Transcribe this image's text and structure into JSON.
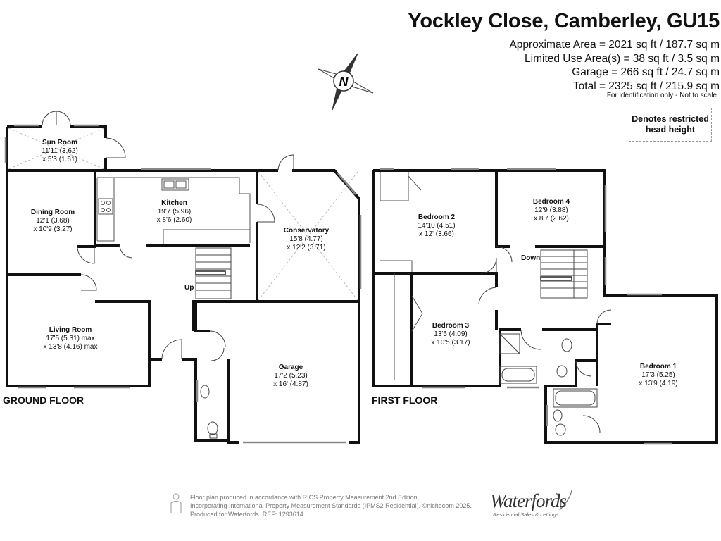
{
  "header": {
    "title": "Yockley Close, Camberley, GU15",
    "areas": [
      "Approximate Area = 2021 sq ft / 187.7 sq m",
      "Limited Use Area(s) = 38 sq ft / 3.5 sq m",
      "Garage = 266 sq ft / 24.7 sq m",
      "Total = 2325 sq ft / 215.9 sq m"
    ],
    "identification": "For identification only - Not to scale",
    "restricted_note_line1": "Denotes restricted",
    "restricted_note_line2": "head height",
    "compass_letter": "N"
  },
  "floors": {
    "ground_label": "GROUND FLOOR",
    "first_label": "FIRST FLOOR"
  },
  "rooms": {
    "sun_room": {
      "name": "Sun Room",
      "dim1": "11'11 (3.62)",
      "dim2": "x 5'3 (1.61)"
    },
    "dining_room": {
      "name": "Dining Room",
      "dim1": "12'1 (3.68)",
      "dim2": "x 10'9 (3.27)"
    },
    "kitchen": {
      "name": "Kitchen",
      "dim1": "19'7 (5.96)",
      "dim2": "x 8'6 (2.60)"
    },
    "conservatory": {
      "name": "Conservatory",
      "dim1": "15'8 (4.77)",
      "dim2": "x 12'2 (3.71)"
    },
    "living_room": {
      "name": "Living Room",
      "dim1": "17'5 (5.31) max",
      "dim2": "x 13'8 (4.16) max"
    },
    "garage": {
      "name": "Garage",
      "dim1": "17'2 (5.23)",
      "dim2": "x 16' (4.87)"
    },
    "bedroom2": {
      "name": "Bedroom 2",
      "dim1": "14'10 (4.51)",
      "dim2": "x 12' (3.66)"
    },
    "bedroom4": {
      "name": "Bedroom 4",
      "dim1": "12'9 (3.88)",
      "dim2": "x 8'7 (2.62)"
    },
    "bedroom3": {
      "name": "Bedroom 3",
      "dim1": "13'5 (4.09)",
      "dim2": "x 10'5 (3.17)"
    },
    "bedroom1": {
      "name": "Bedroom 1",
      "dim1": "17'3 (5.25)",
      "dim2": "x 13'9 (4.19)"
    }
  },
  "stairs": {
    "up": "Up",
    "down": "Down"
  },
  "footer": {
    "line1": "Floor plan produced in accordance with RICS Property Measurement 2nd Edition,",
    "line2": "Incorporating International Property Measurement Standards (IPMS2 Residential).  ©nichecom 2025.",
    "line3": "Produced for Waterfords.    REF:  1293614",
    "brand": "Waterfords",
    "brand_sub": "Residential Sales & Lettings"
  },
  "colors": {
    "wall": "#111111",
    "window": "#888888",
    "text": "#111111",
    "muted": "#777777"
  }
}
